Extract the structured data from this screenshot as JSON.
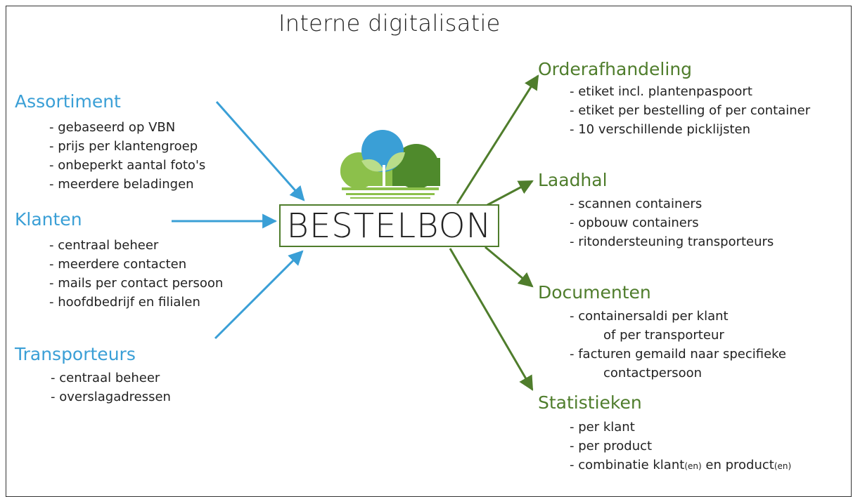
{
  "title": "Interne digitalisatie",
  "center": "BESTELBON",
  "left_sections": [
    {
      "heading": "Assortiment",
      "items": [
        "- gebaseerd op VBN",
        "- prijs per klantengroep",
        "- onbeperkt aantal foto's",
        "- meerdere beladingen"
      ]
    },
    {
      "heading": "Klanten",
      "items": [
        "- centraal beheer",
        "- meerdere contacten",
        "- mails per contact persoon",
        "- hoofdbedrijf en filialen"
      ]
    },
    {
      "heading": "Transporteurs",
      "items": [
        "- centraal beheer",
        "- overslagadressen"
      ]
    }
  ],
  "right_sections": [
    {
      "heading": "Orderafhandeling",
      "items": [
        "- etiket incl. plantenpaspoort",
        "- etiket per bestelling of per container",
        "- 10 verschillende picklijsten"
      ]
    },
    {
      "heading": "Laadhal",
      "items": [
        "- scannen containers",
        "- opbouw containers",
        "- ritondersteuning transporteurs"
      ]
    },
    {
      "heading": "Documenten",
      "items": [
        "- containersaldi per klant",
        "of per transporteur",
        "- facturen gemaild naar specifieke",
        "contactpersoon"
      ]
    },
    {
      "heading": "Statistieken",
      "items": [
        "- per klant",
        "- per product"
      ],
      "last_item": {
        "a": "- combinatie klant",
        "b": "(en)",
        "c": " en product",
        "d": "(en)"
      }
    }
  ],
  "colors": {
    "left_accent": "#3a9fd6",
    "right_accent": "#4f7d2c",
    "logo_light_green": "#8cc04b",
    "logo_dark_green": "#4f8a2c",
    "logo_blue": "#3a9fd6"
  }
}
